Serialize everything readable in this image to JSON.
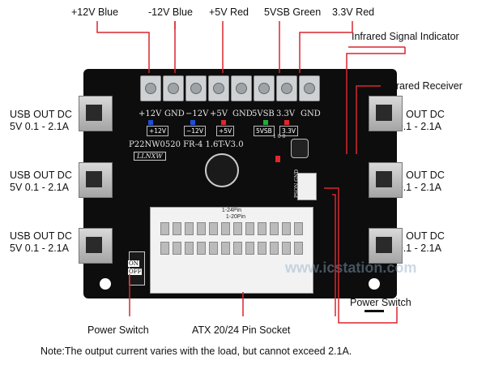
{
  "labels": {
    "top": [
      "+12V Blue",
      "-12V Blue",
      "+5V Red",
      "5VSB Green",
      "3.3V Red"
    ],
    "infrared_indicator": "Infrared Signal Indicator",
    "infrared_receiver": "Infrared Receiver",
    "usb_line1": "USB OUT DC",
    "usb_line2": "5V 0.1 - 2.1A",
    "power_switch_left": "Power Switch",
    "power_switch_right": "Power Switch",
    "atx_socket": "ATX 20/24 Pin Socket"
  },
  "board": {
    "terminal_labels": [
      "+12V",
      "GND",
      "−12V",
      "+5V",
      "GND",
      "5VSB",
      "3.3V",
      "GND"
    ],
    "badges": [
      "+12V",
      "−12V",
      "+5V",
      "5VSB",
      "3.3V"
    ],
    "model": "P22NW0520  FR-4  1.6T-V3.0",
    "brand": "LLNXW",
    "pin24": "1-24Pin",
    "pin20": "1-20Pin",
    "switch_on": "ON",
    "switch_off": "OFF",
    "pson_gnd": "PSON GND",
    "ir_label": "1 0 0"
  },
  "watermark": "www.icstation.com",
  "note": "Note:The output current varies with the load, but cannot exceed 2.1A.",
  "colors": {
    "arrow": "#d9262e",
    "board": "#0d0d0d",
    "led_blue": "#1e4fd8",
    "led_green": "#1fae3a",
    "led_red": "#e3262b"
  }
}
